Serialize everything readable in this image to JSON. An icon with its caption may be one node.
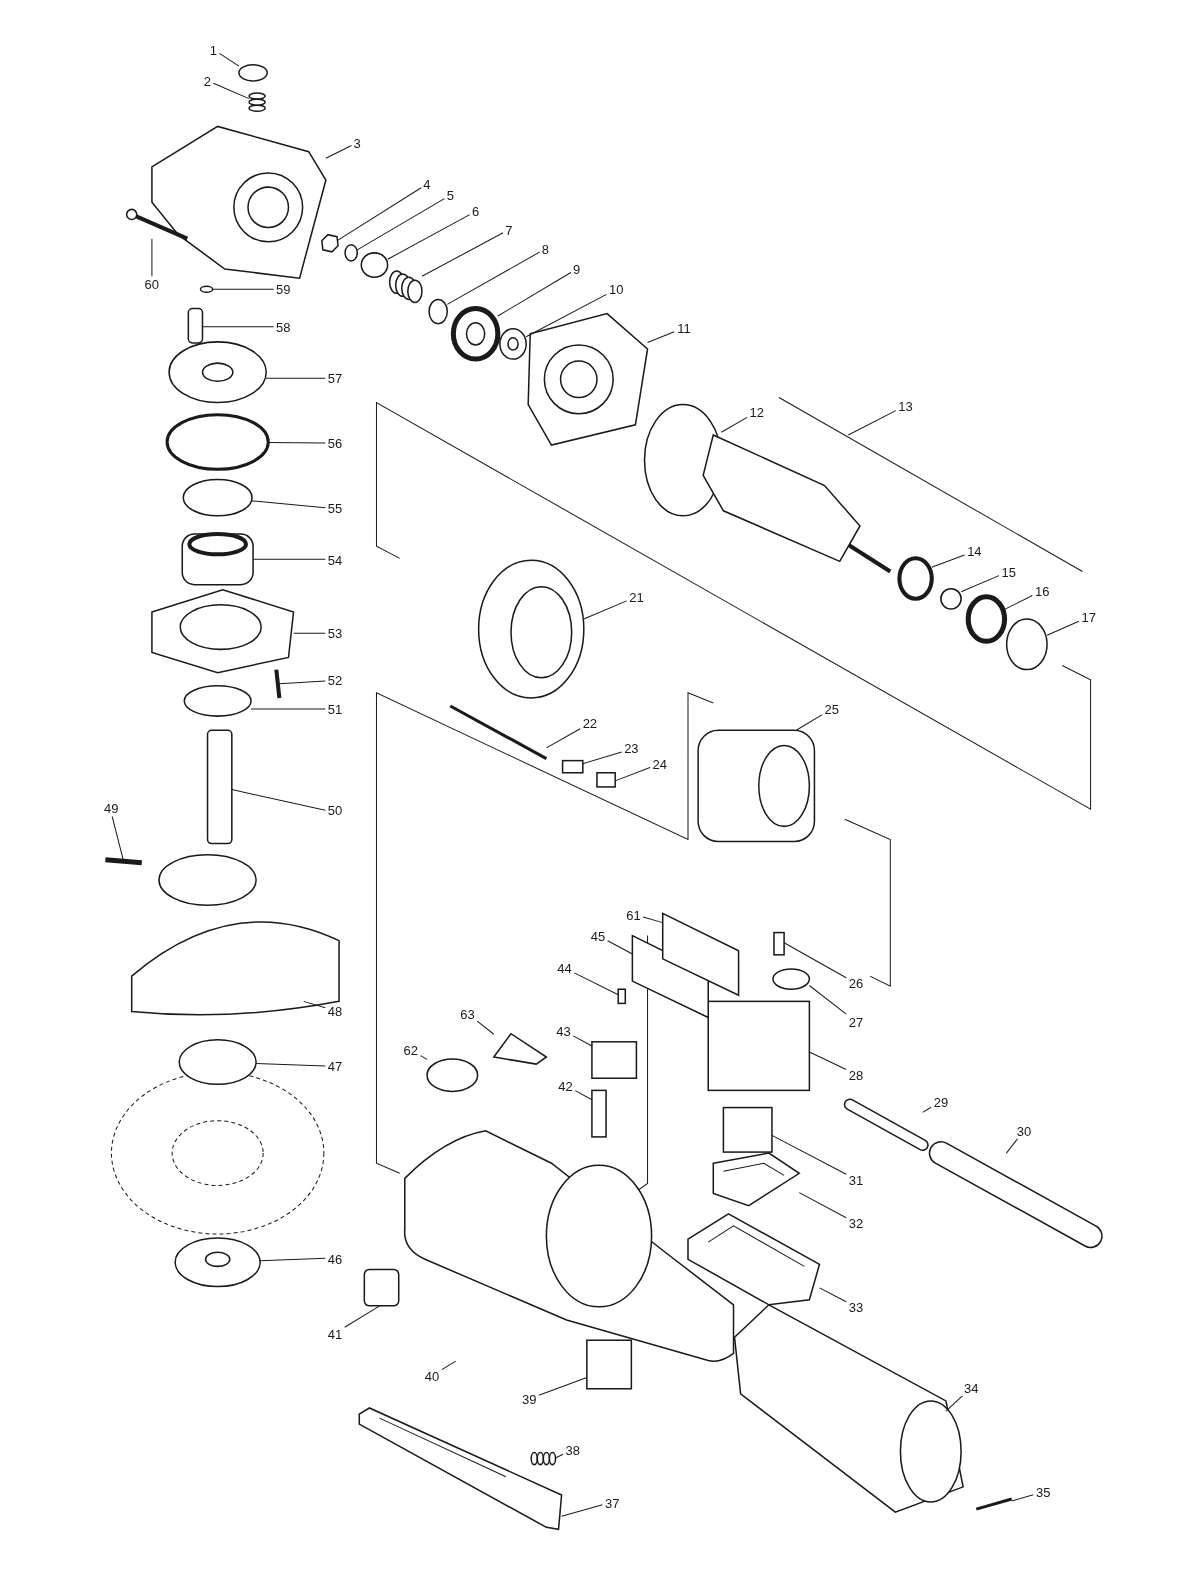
{
  "diagram": {
    "nodes": [
      {
        "text": [
          "1"
        ]
      },
      {
        "text": [
          "2"
        ]
      },
      {
        "text": [
          "3"
        ]
      },
      {
        "text": [
          "4"
        ]
      },
      {
        "text": [
          "5"
        ]
      },
      {
        "text": [
          "6"
        ]
      },
      {
        "text": [
          "7"
        ]
      },
      {
        "text": [
          "8"
        ]
      },
      {
        "text": [
          "9"
        ]
      },
      {
        "text": [
          "10"
        ]
      },
      {
        "text": [
          "11"
        ]
      },
      {
        "text": [
          "12"
        ]
      },
      {
        "text": [
          "13"
        ]
      },
      {
        "text": [
          "14"
        ]
      },
      {
        "text": [
          "15"
        ]
      },
      {
        "text": [
          "16"
        ]
      },
      {
        "text": [
          "17"
        ]
      },
      {
        "text": [
          "21"
        ]
      },
      {
        "text": [
          "22"
        ]
      },
      {
        "text": [
          "23"
        ]
      },
      {
        "text": [
          "24"
        ]
      },
      {
        "text": [
          "25"
        ]
      },
      {
        "text": [
          "26"
        ]
      },
      {
        "text": [
          "27"
        ]
      },
      {
        "text": [
          "28"
        ]
      },
      {
        "text": [
          "29"
        ]
      },
      {
        "text": [
          "30"
        ]
      },
      {
        "text": [
          "31"
        ]
      },
      {
        "text": [
          "32"
        ]
      },
      {
        "text": [
          "33"
        ]
      },
      {
        "text": [
          "34"
        ]
      },
      {
        "text": [
          "35"
        ]
      },
      {
        "text": [
          "37"
        ]
      },
      {
        "text": [
          "38"
        ]
      },
      {
        "text": [
          "39"
        ]
      },
      {
        "text": [
          "40"
        ]
      },
      {
        "text": [
          "41"
        ]
      },
      {
        "text": [
          "42"
        ]
      },
      {
        "text": [
          "43"
        ]
      },
      {
        "text": [
          "44"
        ]
      },
      {
        "text": [
          "45"
        ]
      },
      {
        "text": [
          "46"
        ]
      },
      {
        "text": [
          "47"
        ]
      },
      {
        "text": [
          "48"
        ]
      },
      {
        "text": [
          "49"
        ]
      },
      {
        "text": [
          "50"
        ]
      },
      {
        "text": [
          "51"
        ]
      },
      {
        "text": [
          "52"
        ]
      },
      {
        "text": [
          "53"
        ]
      },
      {
        "text": [
          "54"
        ]
      },
      {
        "text": [
          "55"
        ]
      },
      {
        "text": [
          "56"
        ]
      },
      {
        "text": [
          "57"
        ]
      },
      {
        "text": [
          "58"
        ]
      },
      {
        "text": [
          "59"
        ]
      },
      {
        "text": [
          "60"
        ]
      },
      {
        "text": [
          "61"
        ]
      },
      {
        "text": [
          "62"
        ]
      },
      {
        "text": [
          "63"
        ]
      },
      {
        "text": [],
        "shape": "circle"
      },
      {
        "text": [],
        "shape": "picture"
      },
      {
        "text": [],
        "shape": "picture"
      },
      {
        "text": [],
        "shape": "hexagon"
      },
      {
        "text": [],
        "shape": "circle"
      },
      {
        "text": [],
        "shape": "circle"
      },
      {
        "text": [],
        "shape": "picture"
      },
      {
        "text": [],
        "shape": "circle"
      },
      {
        "text": [],
        "shape": "picture"
      },
      {
        "text": [],
        "shape": "picture"
      },
      {
        "text": [],
        "shape": "picture"
      },
      {
        "text": [],
        "shape": "circle"
      },
      {
        "text": [],
        "shape": "picture"
      },
      {
        "text": [],
        "shape": "circle"
      },
      {
        "text": [],
        "shape": "circle"
      },
      {
        "text": [],
        "shape": "circle"
      },
      {
        "text": [],
        "shape": "circle"
      },
      {
        "text": [],
        "shape": "picture"
      },
      {
        "text": [],
        "shape": "bar"
      },
      {
        "text": [],
        "shape": "box"
      },
      {
        "text": [],
        "shape": "box"
      },
      {
        "text": [],
        "shape": "picture"
      },
      {
        "text": [],
        "shape": "box"
      },
      {
        "text": [],
        "shape": "circle"
      },
      {
        "text": [],
        "shape": "box"
      },
      {
        "text": [],
        "shape": "bar"
      },
      {
        "text": [],
        "shape": "bar"
      },
      {
        "text": [],
        "shape": "box"
      },
      {
        "text": [],
        "shape": "picture"
      },
      {
        "text": [],
        "shape": "picture"
      },
      {
        "text": [],
        "shape": "picture"
      },
      {
        "text": [],
        "shape": "bar"
      },
      {
        "text": [],
        "shape": "picture"
      },
      {
        "text": [],
        "shape": "picture"
      },
      {
        "text": [],
        "shape": "box"
      },
      {
        "text": [],
        "shape": "picture"
      },
      {
        "text": [],
        "shape": "box"
      },
      {
        "text": [],
        "shape": "box"
      },
      {
        "text": [],
        "shape": "box"
      },
      {
        "text": [],
        "shape": "box"
      },
      {
        "text": [],
        "shape": "box"
      },
      {
        "text": [],
        "shape": "picture"
      },
      {
        "text": [],
        "shape": "circle"
      },
      {
        "text": [],
        "shape": "picture"
      },
      {
        "text": [],
        "shape": "bar"
      },
      {
        "text": [],
        "shape": "box"
      },
      {
        "text": [],
        "shape": "circle"
      },
      {
        "text": [],
        "shape": "bar"
      },
      {
        "text": [],
        "shape": "picture"
      },
      {
        "text": [],
        "shape": "picture"
      },
      {
        "text": [],
        "shape": "circle"
      },
      {
        "text": [],
        "shape": "circle"
      },
      {
        "text": [],
        "shape": "picture"
      },
      {
        "text": [],
        "shape": "box"
      },
      {
        "text": [],
        "shape": "circle"
      },
      {
        "text": [],
        "shape": "picture"
      },
      {
        "text": [],
        "shape": "box"
      },
      {
        "text": [],
        "shape": "circle"
      },
      {
        "text": [],
        "shape": "triangle"
      }
    ],
    "edges": [
      {
        "from": 0,
        "to": 59,
        "arrow": "none"
      },
      {
        "from": 1,
        "to": 60,
        "arrow": "none"
      },
      {
        "from": 2,
        "to": 61,
        "arrow": "none"
      },
      {
        "from": 3,
        "to": 62,
        "arrow": "none"
      },
      {
        "from": 4,
        "to": 63,
        "arrow": "none"
      },
      {
        "from": 5,
        "to": 64,
        "arrow": "none"
      },
      {
        "from": 6,
        "to": 65,
        "arrow": "none"
      },
      {
        "from": 7,
        "to": 66,
        "arrow": "none"
      },
      {
        "from": 8,
        "to": 67,
        "arrow": "none"
      },
      {
        "from": 9,
        "to": 68,
        "arrow": "none"
      },
      {
        "from": 10,
        "to": 69,
        "arrow": "none"
      },
      {
        "from": 11,
        "to": 70,
        "arrow": "none"
      },
      {
        "from": 12,
        "to": 71,
        "arrow": "none"
      },
      {
        "from": 13,
        "to": 72,
        "arrow": "none"
      },
      {
        "from": 14,
        "to": 73,
        "arrow": "none"
      },
      {
        "from": 15,
        "to": 74,
        "arrow": "none"
      },
      {
        "from": 16,
        "to": 75,
        "arrow": "none"
      },
      {
        "from": 17,
        "to": 76,
        "arrow": "none"
      },
      {
        "from": 18,
        "to": 77,
        "arrow": "none"
      },
      {
        "from": 19,
        "to": 78,
        "arrow": "none"
      },
      {
        "from": 20,
        "to": 79,
        "arrow": "none"
      },
      {
        "from": 21,
        "to": 80,
        "arrow": "none"
      },
      {
        "from": 22,
        "to": 81,
        "arrow": "none"
      },
      {
        "from": 23,
        "to": 82,
        "arrow": "none"
      },
      {
        "from": 24,
        "to": 83,
        "arrow": "none"
      },
      {
        "from": 25,
        "to": 84,
        "arrow": "none"
      },
      {
        "from": 26,
        "to": 85,
        "arrow": "none"
      },
      {
        "from": 27,
        "to": 86,
        "arrow": "none"
      },
      {
        "from": 28,
        "to": 87,
        "arrow": "none"
      },
      {
        "from": 29,
        "to": 88,
        "arrow": "none"
      },
      {
        "from": 30,
        "to": 89,
        "arrow": "none"
      },
      {
        "from": 31,
        "to": 90,
        "arrow": "none"
      },
      {
        "from": 32,
        "to": 91,
        "arrow": "none"
      },
      {
        "from": 33,
        "to": 92,
        "arrow": "none"
      },
      {
        "from": 34,
        "to": 93,
        "arrow": "none"
      },
      {
        "from": 35,
        "to": 94,
        "arrow": "none"
      },
      {
        "from": 36,
        "to": 95,
        "arrow": "none"
      },
      {
        "from": 37,
        "to": 96,
        "arrow": "none"
      },
      {
        "from": 38,
        "to": 97,
        "arrow": "none"
      },
      {
        "from": 39,
        "to": 98,
        "arrow": "none"
      },
      {
        "from": 40,
        "to": 99,
        "arrow": "none"
      },
      {
        "from": 41,
        "to": 100,
        "arrow": "none"
      },
      {
        "from": 42,
        "to": 101,
        "arrow": "none"
      },
      {
        "from": 43,
        "to": 102,
        "arrow": "none"
      },
      {
        "from": 44,
        "to": 103,
        "arrow": "none"
      },
      {
        "from": 45,
        "to": 104,
        "arrow": "none"
      },
      {
        "from": 46,
        "to": 105,
        "arrow": "none"
      },
      {
        "from": 47,
        "to": 106,
        "arrow": "none"
      },
      {
        "from": 48,
        "to": 107,
        "arrow": "none"
      },
      {
        "from": 49,
        "to": 108,
        "arrow": "none"
      },
      {
        "from": 50,
        "to": 109,
        "arrow": "none"
      },
      {
        "from": 51,
        "to": 110,
        "arrow": "none"
      },
      {
        "from": 52,
        "to": 111,
        "arrow": "none"
      },
      {
        "from": 53,
        "to": 112,
        "arrow": "none"
      },
      {
        "from": 54,
        "to": 113,
        "arrow": "none"
      },
      {
        "from": 55,
        "to": 114,
        "arrow": "none"
      },
      {
        "from": 56,
        "to": 115,
        "arrow": "none"
      },
      {
        "from": 57,
        "to": 116,
        "arrow": "none"
      },
      {
        "from": 58,
        "to": 117,
        "arrow": "none"
      }
    ]
  }
}
